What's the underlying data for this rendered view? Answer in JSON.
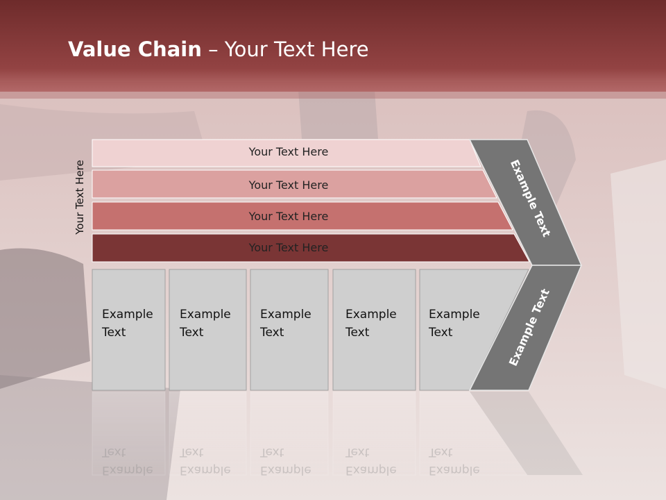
{
  "title": {
    "bold": "Value Chain",
    "rest": " – Your Text Here"
  },
  "vertical_label": "Your Text Here",
  "rows": [
    {
      "label": "Your Text Here",
      "color": "#efd2d2"
    },
    {
      "label": "Your Text Here",
      "color": "#dba1a0"
    },
    {
      "label": "Your Text Here",
      "color": "#c5716f"
    },
    {
      "label": "Your Text Here",
      "color": "#7a3535"
    }
  ],
  "boxes": [
    {
      "label": "Example\nText"
    },
    {
      "label": "Example\nText"
    },
    {
      "label": "Example\nText"
    },
    {
      "label": "Example\nText"
    },
    {
      "label": "Example\nText"
    }
  ],
  "arrow": {
    "upper": "Example Text",
    "lower": "Example Text",
    "color": "#757575"
  },
  "colors": {
    "header": "#8a3838",
    "box": "#cfcfcf"
  }
}
